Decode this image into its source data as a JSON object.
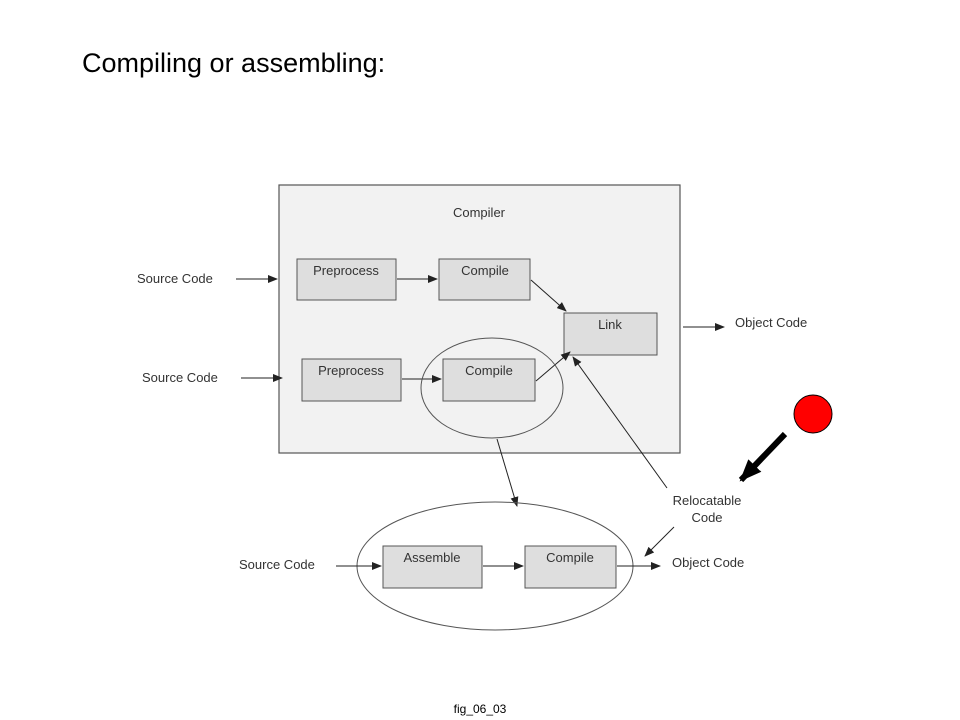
{
  "slide": {
    "title": "Compiling or assembling:",
    "caption": "fig_06_03"
  },
  "diagram": {
    "compiler_label": "Compiler",
    "row1": {
      "input": "Source Code",
      "step1": "Preprocess",
      "step2": "Compile"
    },
    "row2": {
      "input": "Source Code",
      "step1": "Preprocess",
      "step2": "Compile"
    },
    "link_label": "Link",
    "output_top": "Object Code",
    "relocatable_line1": "Relocatable",
    "relocatable_line2": "Code",
    "row3": {
      "input": "Source Code",
      "step1": "Assemble",
      "step2": "Compile",
      "output": "Object Code"
    }
  },
  "colors": {
    "box_fill": "#dedede",
    "container_fill": "#f2f2f2",
    "stroke": "#555555",
    "marker_red": "#ff0000"
  }
}
